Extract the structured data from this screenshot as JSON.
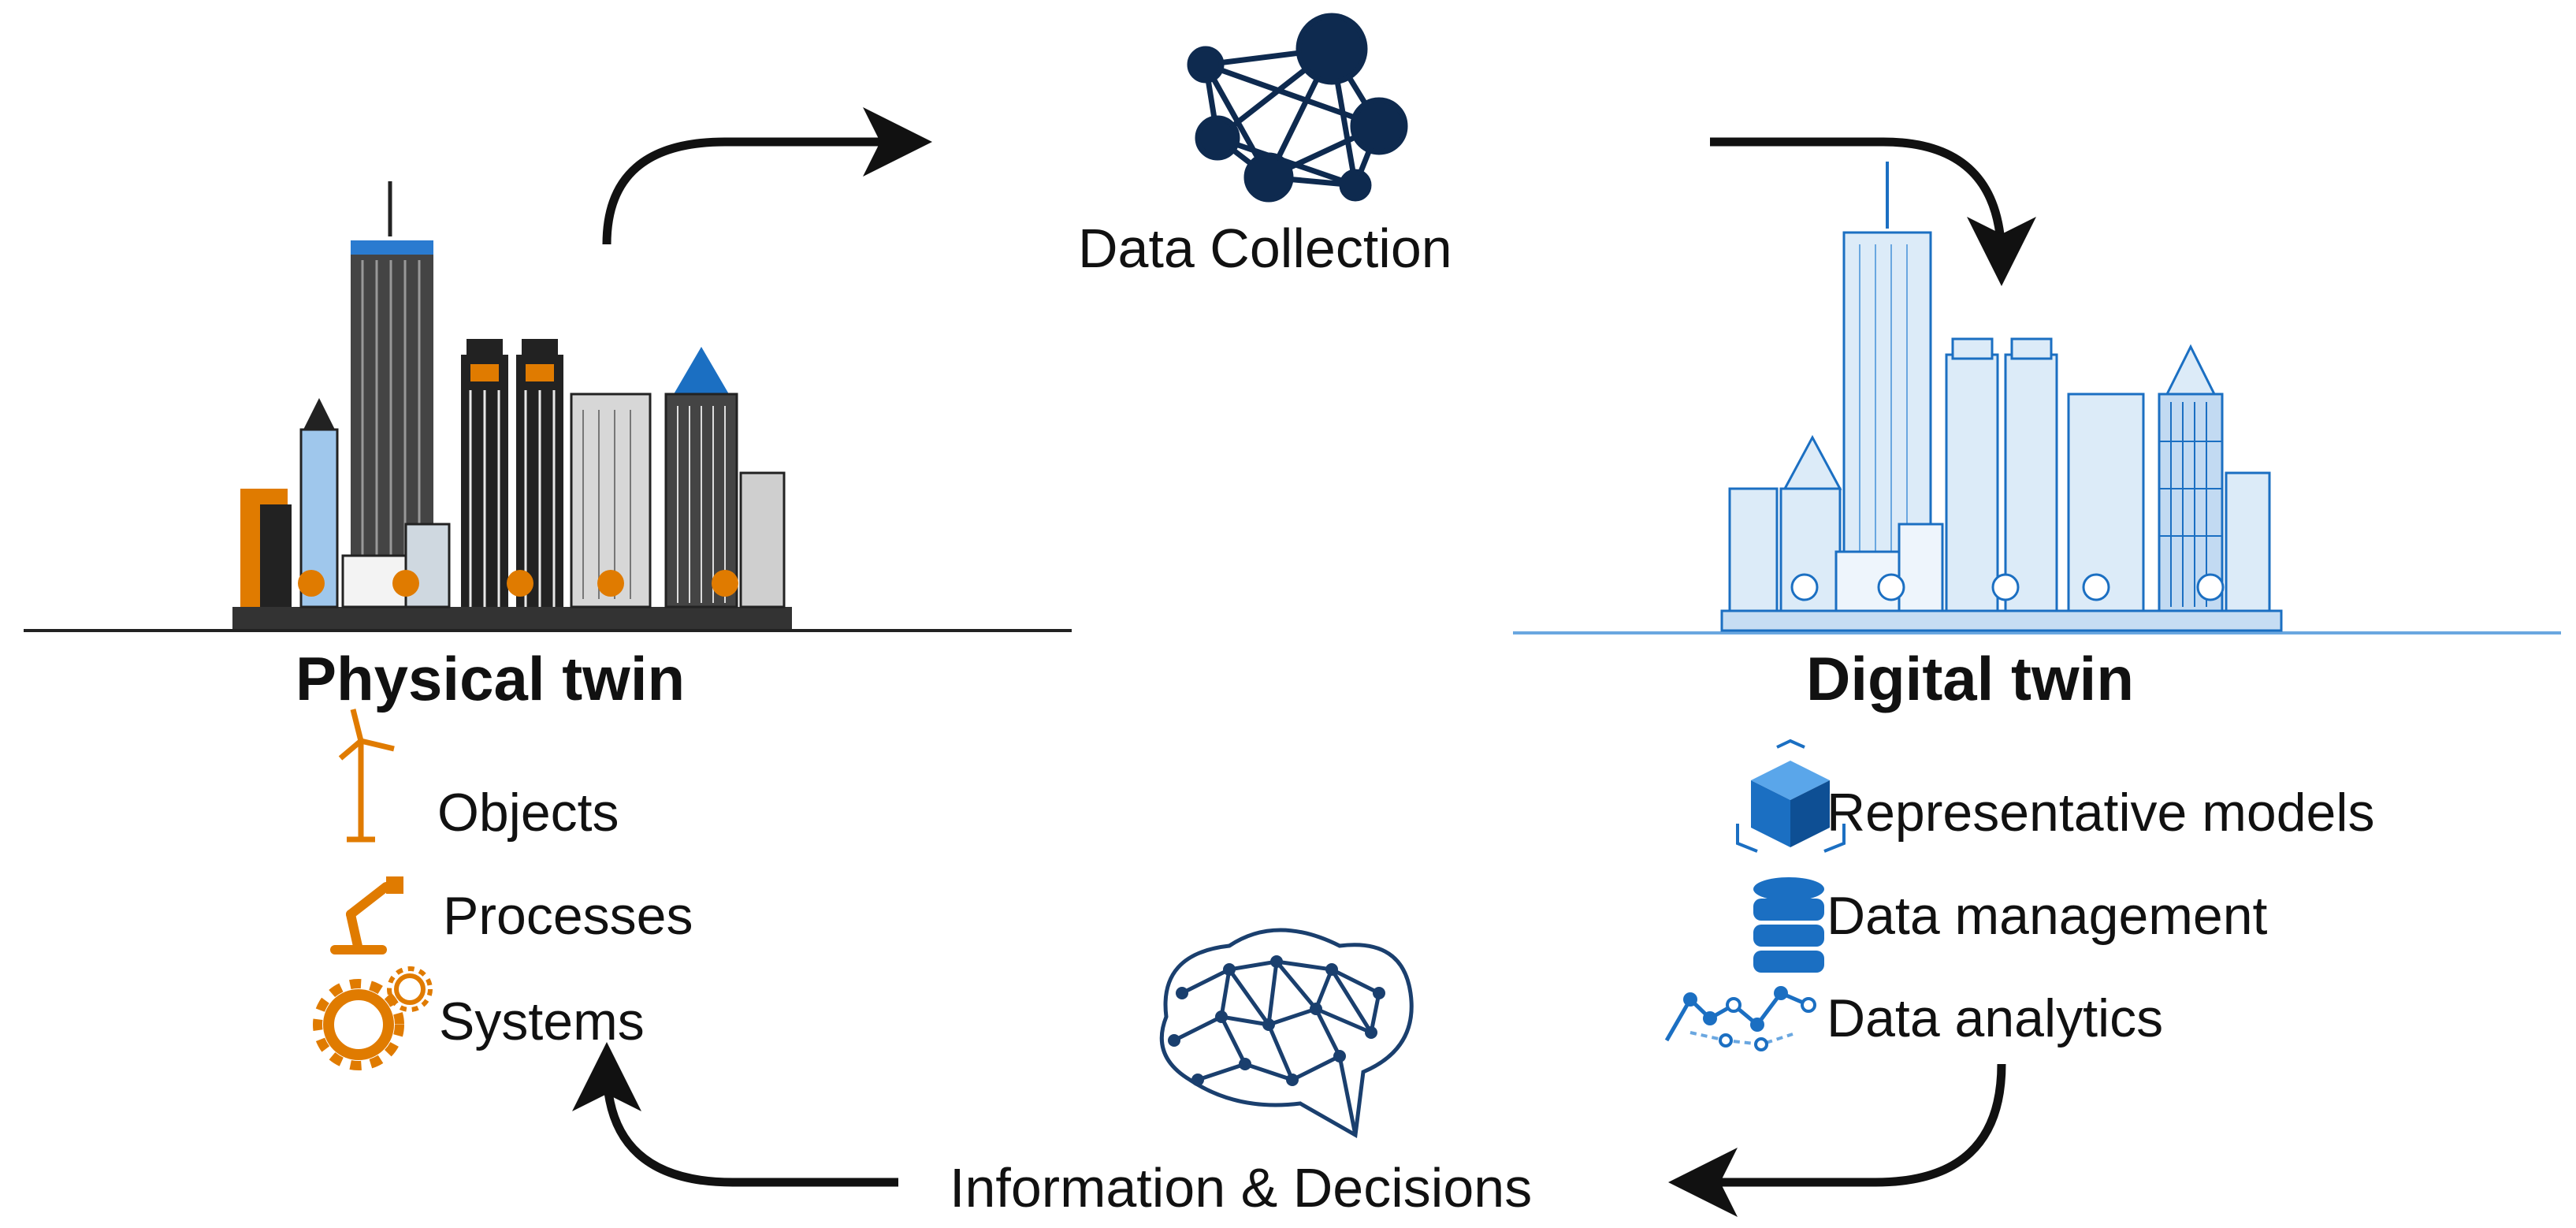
{
  "data_collection": {
    "label": "Data Collection"
  },
  "information": {
    "label": "Information & Decisions"
  },
  "physical": {
    "title": "Physical twin",
    "items": [
      {
        "label": "Objects",
        "icon": "wind-turbine-icon"
      },
      {
        "label": "Processes",
        "icon": "robot-arm-icon"
      },
      {
        "label": "Systems",
        "icon": "gears-icon"
      }
    ]
  },
  "digital": {
    "title": "Digital twin",
    "items": [
      {
        "label": "Representative models",
        "icon": "cube-icon"
      },
      {
        "label": "Data management",
        "icon": "database-icon"
      },
      {
        "label": "Data analytics",
        "icon": "line-graph-icon"
      }
    ]
  },
  "colors": {
    "orange": "#e07b00",
    "navy": "#0e2a4f",
    "blue": "#1b6fc2",
    "lightblue": "#a9cdee",
    "dark": "#111111"
  }
}
